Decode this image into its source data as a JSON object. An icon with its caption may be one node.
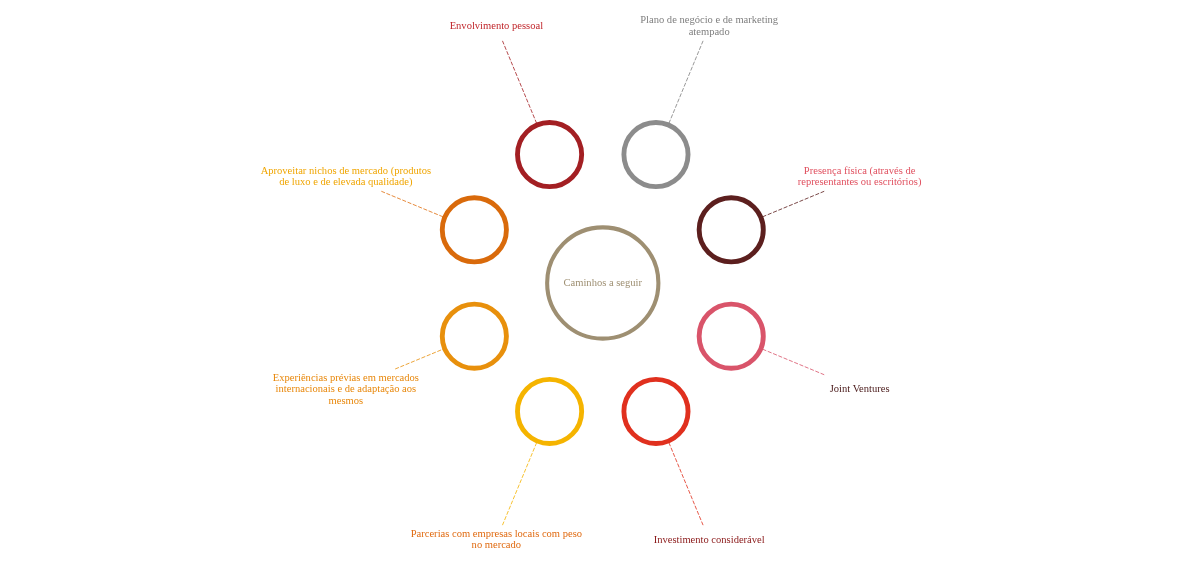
{
  "diagram": {
    "nodes": [
      {
        "text": [
          "Caminhos a seguir"
        ]
      },
      {
        "text": [],
        "shape": "circle"
      },
      {
        "text": [],
        "shape": "circle"
      },
      {
        "text": [],
        "shape": "circle"
      },
      {
        "text": [],
        "shape": "circle"
      },
      {
        "text": [],
        "shape": "circle"
      },
      {
        "text": [],
        "shape": "circle"
      },
      {
        "text": [],
        "shape": "circle"
      },
      {
        "text": [],
        "shape": "circle"
      },
      {
        "text": [
          "Presença física (através de representantes ou escritórios)"
        ]
      },
      {
        "text": [
          "Plano de negócio e de marketing atempado"
        ]
      },
      {
        "text": [
          "Envolvimento pessoal"
        ]
      },
      {
        "text": [
          "Aproveitar nichos de mercado (produtos de luxo e de elevada qualidade)"
        ]
      },
      {
        "text": [
          "Experiências prévias em mercados internacionais e de adaptação aos mesmos"
        ]
      },
      {
        "text": [
          "Parcerias com empresas locais com peso no mercado"
        ]
      },
      {
        "text": [
          "Investimento considerável"
        ]
      },
      {
        "text": [
          "Joint Ventures"
        ]
      }
    ],
    "edges": [
      {
        "from": 9,
        "to": 1,
        "arrow": "none",
        "style": "dashed",
        "color": "#5c1f1e"
      },
      {
        "from": 10,
        "to": 2,
        "arrow": "none",
        "style": "dashed",
        "color": "#7f7f7f"
      },
      {
        "from": 11,
        "to": 3,
        "arrow": "none",
        "style": "dashed",
        "color": "#a31f23"
      },
      {
        "from": 12,
        "to": 4,
        "arrow": "none",
        "style": "dashed",
        "color": "#e07010"
      },
      {
        "from": 13,
        "to": 5,
        "arrow": "none",
        "style": "dashed",
        "color": "#e8900c"
      },
      {
        "from": 14,
        "to": 6,
        "arrow": "none",
        "style": "dashed",
        "color": "#f5b400"
      },
      {
        "from": 15,
        "to": 7,
        "arrow": "none",
        "style": "dashed",
        "color": "#e0301e"
      },
      {
        "from": 16,
        "to": 8,
        "arrow": "none",
        "style": "dashed",
        "color": "#d9546a"
      }
    ]
  }
}
